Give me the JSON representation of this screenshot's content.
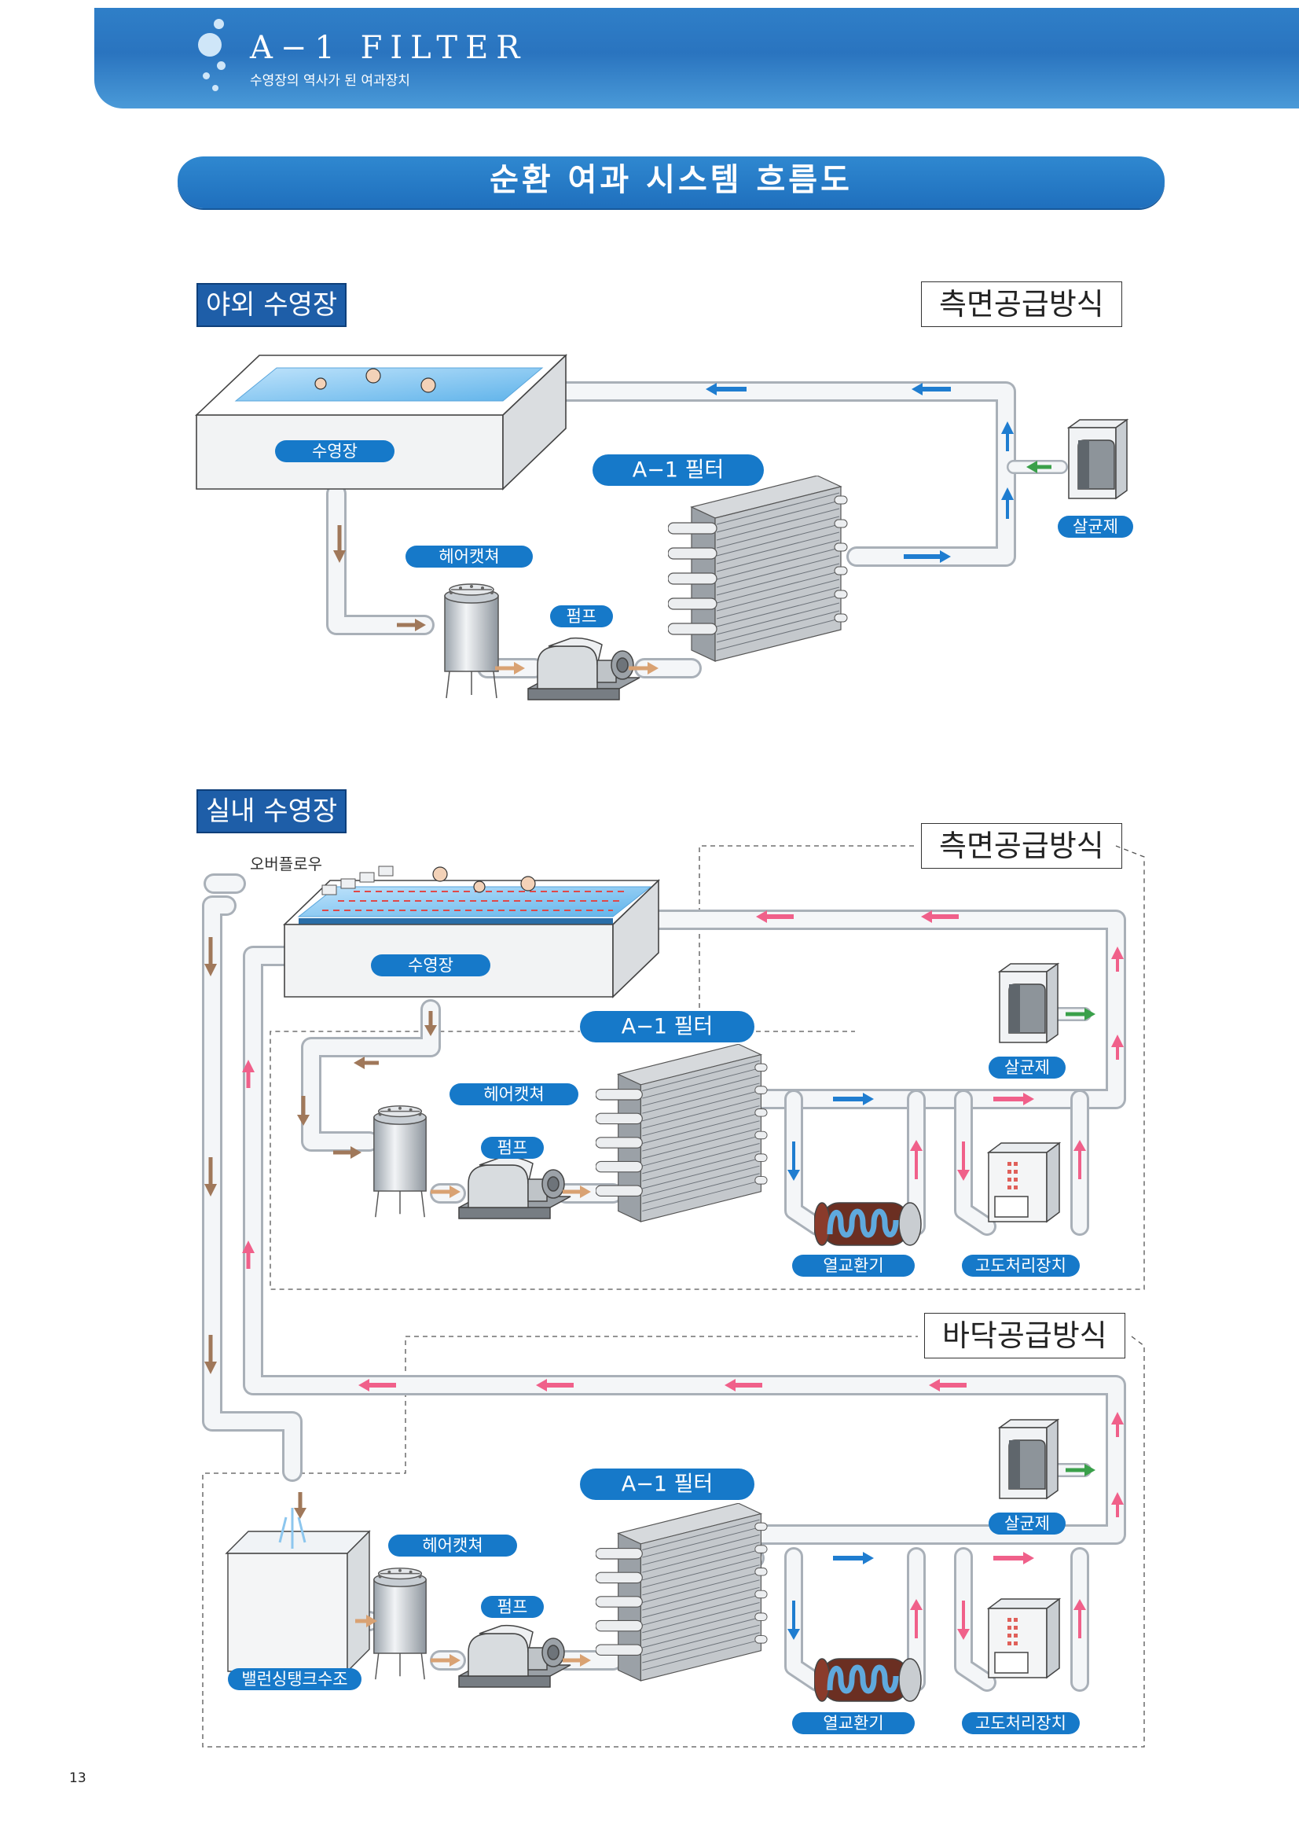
{
  "header": {
    "title": "A−1 FILTER",
    "subtitle": "수영장의 역사가 된 여과장치"
  },
  "main_title": "순환 여과 시스템 흐름도",
  "outdoor": {
    "section": "야외 수영장",
    "badge": "측면공급방식",
    "pool": "수영장",
    "filter": "A−1 필터",
    "hair_catcher": "헤어캣쳐",
    "pump": "펌프",
    "sterilizer": "살균제"
  },
  "indoor": {
    "section": "실내 수영장",
    "badge_side": "측면공급방식",
    "badge_floor": "바닥공급방식",
    "overflow": "오버플로우",
    "pool": "수영장",
    "filter": "A−1 필터",
    "hair_catcher": "헤어캣쳐",
    "pump": "펌프",
    "sterilizer": "살균제",
    "heat_exchanger": "열교환기",
    "advanced_treatment": "고도처리장치",
    "filter2": "A−1 필터",
    "hair_catcher2": "헤어캣쳐",
    "pump2": "펌프",
    "sterilizer2": "살균제",
    "heat_exchanger2": "열교환기",
    "advanced_treatment2": "고도처리장치",
    "balancing_tank": "밸런싱탱크수조"
  },
  "page_number": "13",
  "colors": {
    "brown_arrow": "#a0785a",
    "tan_arrow": "#d9a273",
    "blue_arrow": "#1f7dd0",
    "pink_arrow": "#f0608a",
    "green_arrow": "#3aa04a",
    "pill_blue": "#1679c9",
    "header_blue": "#2a74bf"
  }
}
